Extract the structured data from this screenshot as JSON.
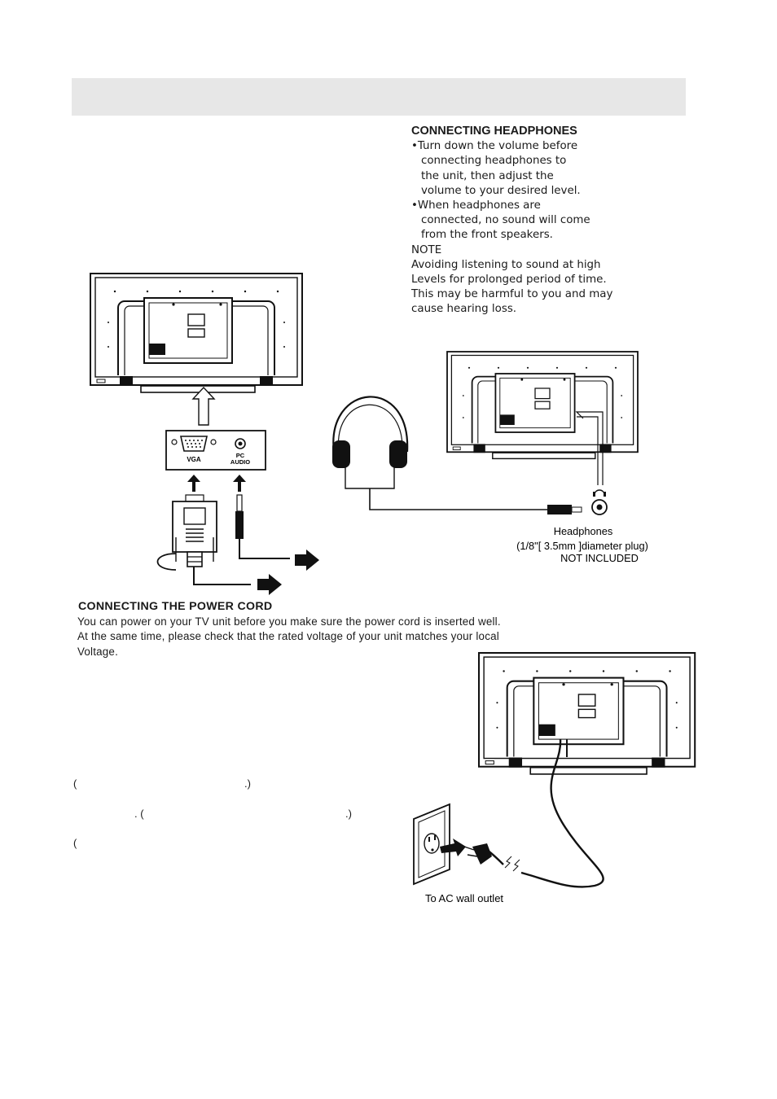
{
  "headphones_section": {
    "title": "CONNECTING HEADPHONES",
    "bullet1_first": "•Turn down the volume before",
    "bullet1_rest": [
      "connecting headphones to",
      "the unit, then adjust the",
      "volume to your desired level."
    ],
    "bullet2_first": "•When headphones are",
    "bullet2_rest": [
      "connected, no sound will come",
      "from the front speakers."
    ],
    "note_label": "NOTE",
    "note_lines": [
      "Avoiding listening to sound at high",
      "Levels for prolonged period of time.",
      "This may be harmful to you and may",
      "cause hearing loss."
    ]
  },
  "diagram_labels": {
    "vga": "VGA",
    "pc": "PC",
    "audio": "AUDIO",
    "headphones": "Headphones",
    "plug_spec": "(1/8\"[ 3.5mm ]diameter plug)",
    "not_included": "NOT INCLUDED",
    "ac_outlet": "To  AC  wall  outlet"
  },
  "power_section": {
    "title": "CONNECTING THE POWER CORD",
    "line1": "You can power on your TV unit before you make sure the power cord is inserted well.",
    "line2": "At the same time, please check that the rated voltage of your unit matches your local",
    "line3": "Voltage."
  },
  "fragments": {
    "p1_open": "(",
    "p1_close": ".)",
    "p2_open": ". (",
    "p2_close": ".)",
    "p3_open": "("
  }
}
